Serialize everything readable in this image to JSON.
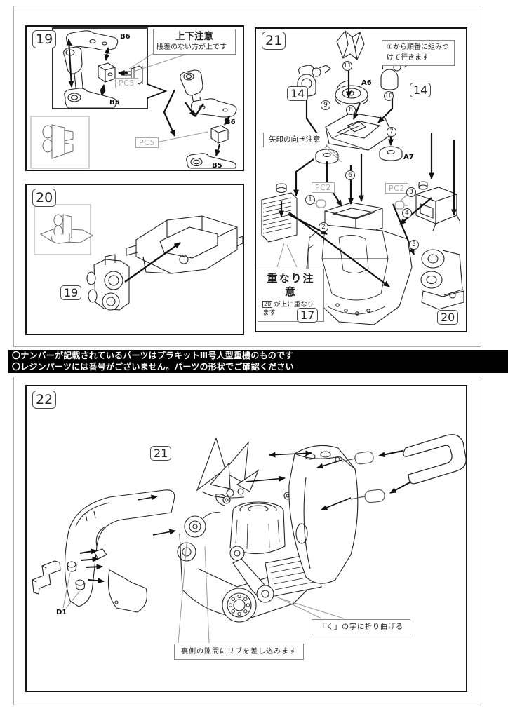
{
  "notice_bar": {
    "line1": "〇ナンバーが記載されているパーツはプラキットⅢ号人型重機のものです",
    "line2": "〇レジンパーツには番号がございません。パーツの形状でご確認ください"
  },
  "panel19": {
    "step": "19",
    "callout": {
      "title": "上下注意",
      "body": "段差のない方が上です"
    },
    "labels": {
      "b6_top": "B6",
      "b5_top": "B5",
      "pc5_top": "PC5",
      "b6_right": "B6",
      "b5_right": "B5",
      "pc5_right": "PC5"
    }
  },
  "panel20": {
    "step": "20",
    "ref_19": "19"
  },
  "panel21": {
    "step": "21",
    "callout_order": {
      "line1": "①から順番に組みつ",
      "line2": "けて行きます"
    },
    "callout_arrow": "矢印の向き注意",
    "callout_overlap": {
      "title": "重なり注意",
      "ref": "20",
      "body": "が上に重なります"
    },
    "labels": {
      "l14": "14",
      "r14": "14",
      "a6": "A6",
      "a7": "A7",
      "pc2_left": "PC2",
      "pc2_right": "PC2",
      "ref_17": "17",
      "ref_20": "20"
    },
    "numbers": [
      "1",
      "2",
      "3",
      "4",
      "5",
      "6",
      "7",
      "8",
      "9",
      "10",
      "11"
    ]
  },
  "panel22": {
    "step": "22",
    "ref_21": "21",
    "label_d1": "D1",
    "callout_bend": "「く」の字に折り曲げる",
    "callout_rib": "裏側の隙間にリブを差し込みます"
  }
}
